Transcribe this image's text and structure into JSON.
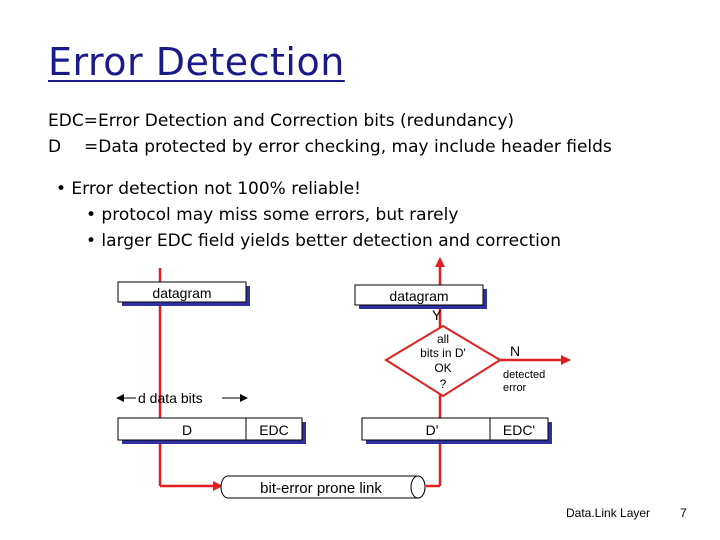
{
  "title": "Error Detection",
  "definitions": [
    {
      "key": "EDC",
      "sep": "=",
      "text": " Error Detection and Correction bits (redundancy)"
    },
    {
      "key": "D",
      "sep": "=",
      "text": " Data protected by error checking, may include header fields"
    }
  ],
  "bullets": {
    "main": "• Error detection not 100% reliable!",
    "sub": [
      "• protocol may miss some errors, but rarely",
      "• larger EDC field yields better detection and correction"
    ]
  },
  "diagram": {
    "sender_datagram": "datagram",
    "receiver_datagram": "datagram",
    "d_data_bits": "d data bits",
    "sender_d": "D",
    "sender_edc": "EDC",
    "receiver_d": "D'",
    "receiver_edc": "EDC'",
    "decision_lines": [
      "all",
      "bits in D'",
      "OK",
      "?"
    ],
    "yes_label": "Y",
    "no_label": "N",
    "detected_error_lines": [
      "detected",
      "error"
    ],
    "link_label": "bit-error prone link"
  },
  "footer": {
    "label": "Data.Link Layer",
    "page": "7"
  },
  "colors": {
    "title": "#1a1a8c",
    "arrow": "#e02020",
    "box_shadow": "#3030a0"
  }
}
